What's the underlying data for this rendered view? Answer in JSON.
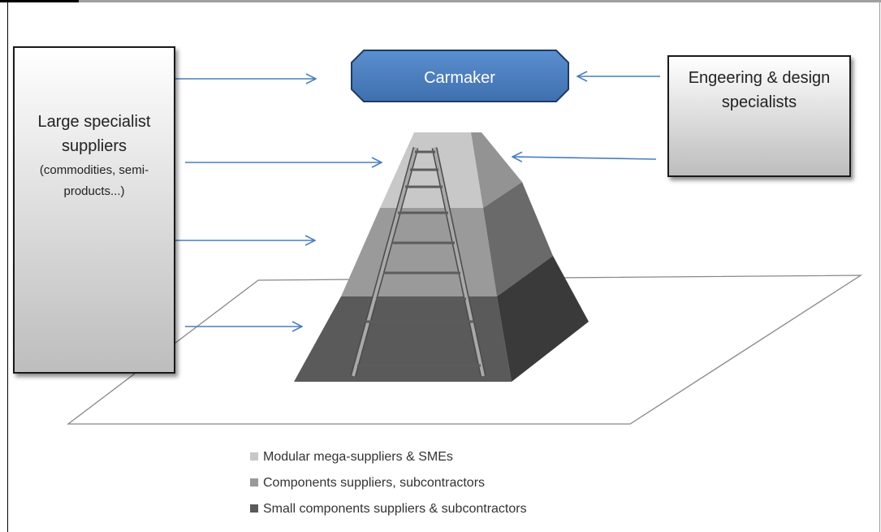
{
  "carmaker": {
    "label": "Carmaker"
  },
  "left_box": {
    "title": "Large specialist suppliers",
    "subtitle": "(commodities, semi-products...)"
  },
  "right_box": {
    "title": "Engeering & design specialists"
  },
  "legend": [
    {
      "label": "Modular mega-suppliers  & SMEs",
      "color": "#c8c8c8"
    },
    {
      "label": "Components suppliers, subcontractors",
      "color": "#9a9a9a"
    },
    {
      "label": "Small components suppliers & subcontractors",
      "color": "#5a5a5a"
    }
  ],
  "colors": {
    "carmaker_fill": "#4f81bd",
    "carmaker_border": "#1f3b63",
    "arrow": "#4a7ebb"
  }
}
